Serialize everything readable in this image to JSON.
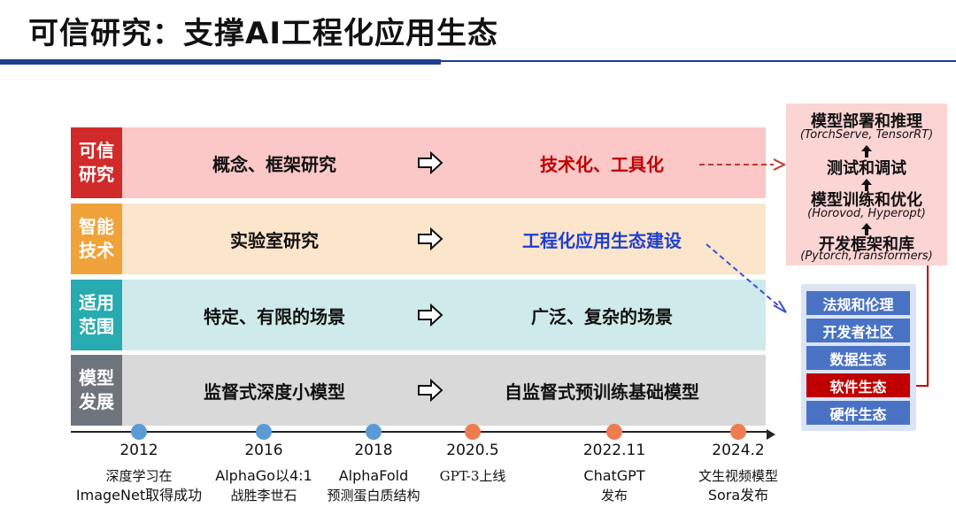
{
  "title": "可信研究：支撑AI工程化应用生态",
  "rows": [
    {
      "label_line1": "可信",
      "label_line2": "研究",
      "from": "概念、框架研究",
      "to": "技术化、工具化",
      "to_color": "#c00000"
    },
    {
      "label_line1": "智能",
      "label_line2": "技术",
      "from": "实验室研究",
      "to": "工程化应用生态建设",
      "to_color": "#1f3fd0"
    },
    {
      "label_line1": "适用",
      "label_line2": "范围",
      "from": "特定、有限的场景",
      "to": "广泛、复杂的场景",
      "to_color": "#111111"
    },
    {
      "label_line1": "模型",
      "label_line2": "发展",
      "from": "监督式深度小模型",
      "to": "自监督式预训练基础模型",
      "to_color": "#111111"
    }
  ],
  "timeline": [
    {
      "year": "2012",
      "desc1": "深度学习在",
      "desc2": "ImageNet取得成功",
      "color": "#5b9bd5"
    },
    {
      "year": "2016",
      "desc1": "AlphaGo以4:1",
      "desc2": "战胜李世石",
      "color": "#5b9bd5"
    },
    {
      "year": "2018",
      "desc1": "AlphaFold",
      "desc2": "预测蛋白质结构",
      "color": "#5b9bd5"
    },
    {
      "year": "2020.5",
      "desc1": "GPT-3上线",
      "desc2": "",
      "color": "#ed7d51"
    },
    {
      "year": "2022.11",
      "desc1": "ChatGPT",
      "desc2": "发布",
      "color": "#ed7d51"
    },
    {
      "year": "2024.2",
      "desc1": "文生视频模型",
      "desc2": "Sora发布",
      "color": "#ed7d51"
    }
  ],
  "stack": {
    "items": [
      {
        "label": "模型部署和推理",
        "sub": "(TorchServe, TensorRT)"
      },
      {
        "label": "测试和调试",
        "sub": ""
      },
      {
        "label": "模型训练和优化",
        "sub": "(Horovod, Hyperopt)"
      },
      {
        "label": "开发框架和库",
        "sub": "(Pytorch,Transformers)"
      }
    ]
  },
  "layers": [
    {
      "label": "法规和伦理",
      "highlight": false
    },
    {
      "label": "开发者社区",
      "highlight": false
    },
    {
      "label": "数据生态",
      "highlight": false
    },
    {
      "label": "软件生态",
      "highlight": true
    },
    {
      "label": "硬件生态",
      "highlight": false
    }
  ],
  "colors": {
    "row_bg": [
      "#fbc7c7",
      "#fbe5cb",
      "#cfeaea",
      "#d9d9d9"
    ],
    "row_label_bg": [
      "#d12a2a",
      "#f0a33a",
      "#27aab0",
      "#6d747c"
    ],
    "layer_blue": "#4a72c4",
    "layer_red": "#c00000",
    "title_bar": "#1f3f8f"
  }
}
